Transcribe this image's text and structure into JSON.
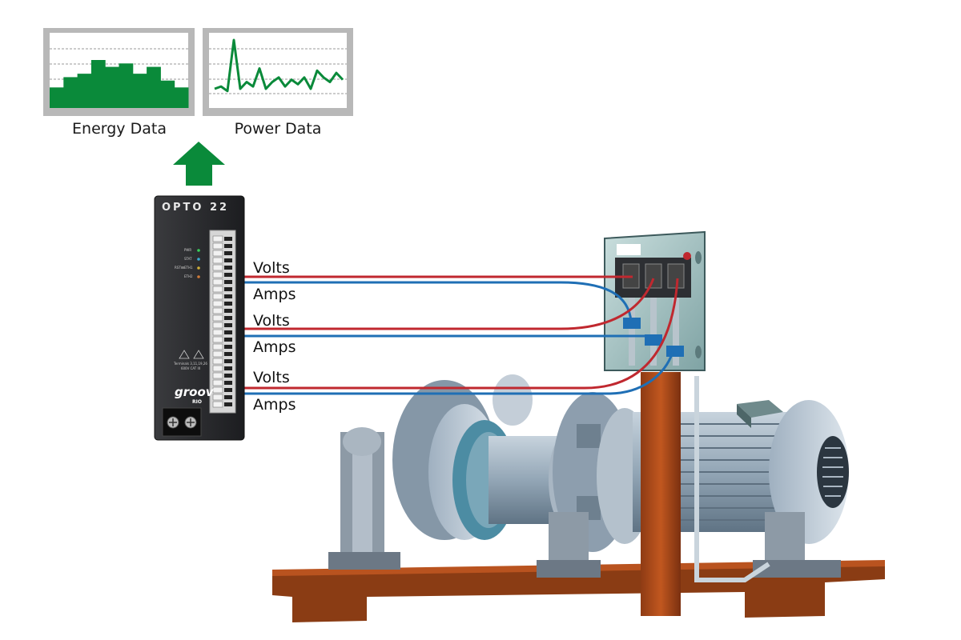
{
  "thumbnails": {
    "energy": {
      "caption": "Energy Data",
      "bars": [
        12,
        18,
        20,
        28,
        24,
        26,
        20,
        24,
        16,
        12
      ]
    },
    "power": {
      "caption": "Power Data",
      "points": [
        12,
        14,
        10,
        55,
        12,
        18,
        14,
        30,
        12,
        18,
        22,
        14,
        20,
        16,
        22,
        12,
        28,
        22,
        18,
        26,
        20
      ]
    }
  },
  "arrow_color": "#0a8a3a",
  "device": {
    "brand": "OPTO 22",
    "logo": "groov",
    "logo_sub": "RIO",
    "leds": [
      "PWR",
      "STAT",
      "ETH1",
      "ETH2"
    ],
    "led_rst": "RST",
    "warning_text": "Terminals 3,11,19,26",
    "warning_text2": "600V CAT III"
  },
  "wires": [
    {
      "label": "Volts",
      "color": "#c0282f"
    },
    {
      "label": "Amps",
      "color": "#1f6fb5"
    },
    {
      "label": "Volts",
      "color": "#c0282f"
    },
    {
      "label": "Amps",
      "color": "#1f6fb5"
    },
    {
      "label": "Volts",
      "color": "#c0282f"
    },
    {
      "label": "Amps",
      "color": "#1f6fb5"
    }
  ],
  "icons": {
    "arrow": "up-arrow-icon",
    "warning": "warning-triangle-icon",
    "terminal": "screw-terminal-icon"
  }
}
